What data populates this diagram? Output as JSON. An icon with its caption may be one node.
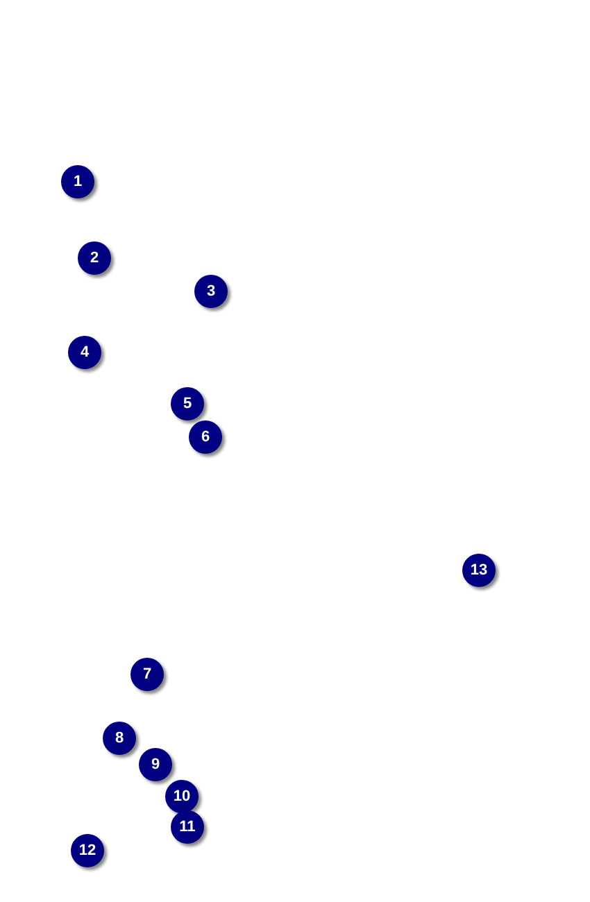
{
  "diagram": {
    "labels": [
      "1",
      "2",
      "3",
      "4",
      "5",
      "6",
      "13",
      "7",
      "8",
      "9",
      "10",
      "11",
      "12"
    ]
  }
}
